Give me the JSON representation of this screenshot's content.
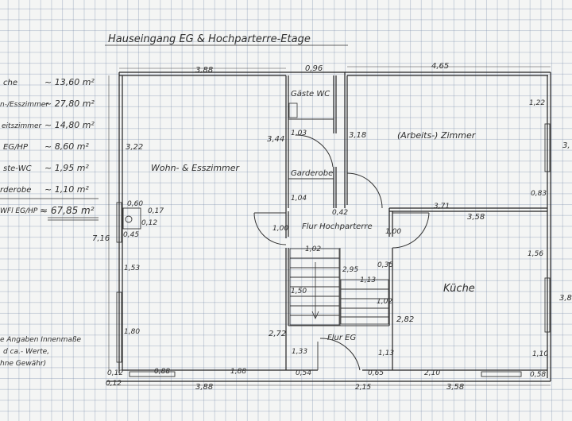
{
  "title": "Hauseingang EG & Hochparterre-Etage",
  "areas": [
    {
      "label": "che",
      "value": "~ 13,60 m²"
    },
    {
      "label": "n-/Esszimmer",
      "value": "~ 27,80 m²"
    },
    {
      "label": "eitszimmer",
      "value": "~ 14,80 m²"
    },
    {
      "label": "EG/HP",
      "value": "~ 8,60 m²"
    },
    {
      "label": "ste-WC",
      "value": "~ 1,95 m²"
    },
    {
      "label": "rderobe",
      "value": "~ 1,10 m²"
    },
    {
      "label": "WFl EG/HP",
      "value": "≈ 67,85 m²"
    }
  ],
  "notes": [
    "e Angaben Innenmaße",
    "d ca.- Werte,",
    "hne Gewähr)"
  ],
  "rooms": {
    "wohn": "Wohn- & Esszimmer",
    "gaeste": "Gäste WC",
    "garderobe": "Garderobe",
    "arbeits": "(Arbeits-) Zimmer",
    "flur_hp": "Flur Hochparterre",
    "kueche": "Küche",
    "flur_eg": "Flur EG"
  },
  "dims": {
    "top_388": "3,88",
    "top_096": "0,96",
    "top_465": "4,65",
    "left_322": "3,22",
    "left_716": "7,16",
    "wc_344": "3,44",
    "wc_103": "1,03",
    "wc_318": "3,18",
    "wc_104": "1,04",
    "wc_042": "0,42",
    "right_122": "1,22",
    "right_083": "0,83",
    "right_3a": "3,",
    "right_156": "1,56",
    "right_3b": "3,8",
    "right_110": "1,10",
    "right_058": "0,58",
    "kueche_371": "3,71",
    "kueche_358": "3,58",
    "flur_100a": "1,00",
    "flur_100b": "1,00",
    "stair_102a": "1,02",
    "stair_295": "2,95",
    "stair_035": "0,35",
    "stair_113": "1,13",
    "stair_150": "1,50",
    "stair_102b": "1,02",
    "dim_282": "2,82",
    "dim_272": "2,72",
    "dim_133": "1,33",
    "dim_113b": "1,13",
    "chim_060": "0,60",
    "chim_017": "0,17",
    "chim_012": "0,12",
    "chim_045": "0,45",
    "left_153": "1,53",
    "left_180": "1,80",
    "bot_012a": "0,12",
    "bot_012b": "0,12",
    "bot_088": "0,88",
    "bot_188": "1,88",
    "bot_054": "0,54",
    "bot_065": "0,65",
    "bot_210": "2,10",
    "bot_388": "3,88",
    "bot_215": "2,15",
    "bot_358": "3,58"
  },
  "colors": {
    "ink": "#2e2e2e",
    "grid": "#8a9ab0",
    "paper": "#f4f5f4"
  }
}
